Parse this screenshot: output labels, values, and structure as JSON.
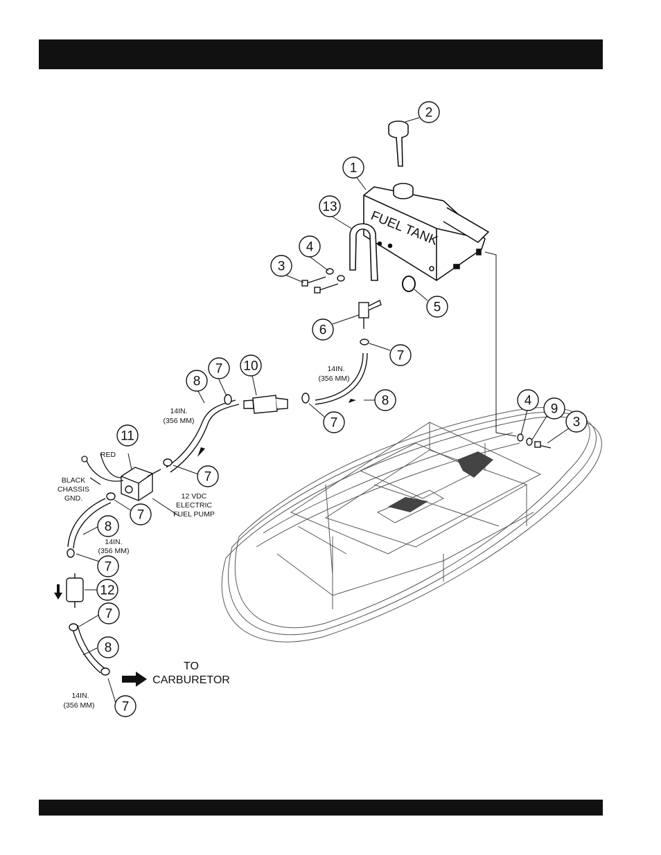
{
  "header_bar": {
    "text": ""
  },
  "footer_bar": {
    "text": ""
  },
  "tank_label": "FUEL TANK",
  "callouts": [
    {
      "id": "c1",
      "num": "1"
    },
    {
      "id": "c2",
      "num": "2"
    },
    {
      "id": "c13",
      "num": "13"
    },
    {
      "id": "c4a",
      "num": "4"
    },
    {
      "id": "c3a",
      "num": "3"
    },
    {
      "id": "c5",
      "num": "5"
    },
    {
      "id": "c6",
      "num": "6"
    },
    {
      "id": "c7a",
      "num": "7"
    },
    {
      "id": "c8a",
      "num": "8"
    },
    {
      "id": "c7b",
      "num": "7"
    },
    {
      "id": "c10",
      "num": "10"
    },
    {
      "id": "c7c",
      "num": "7"
    },
    {
      "id": "c8b",
      "num": "8"
    },
    {
      "id": "c11",
      "num": "11"
    },
    {
      "id": "c7d",
      "num": "7"
    },
    {
      "id": "c7e",
      "num": "7"
    },
    {
      "id": "c8c",
      "num": "8"
    },
    {
      "id": "c7f",
      "num": "7"
    },
    {
      "id": "c12",
      "num": "12"
    },
    {
      "id": "c7g",
      "num": "7"
    },
    {
      "id": "c8d",
      "num": "8"
    },
    {
      "id": "c7h",
      "num": "7"
    },
    {
      "id": "c4b",
      "num": "4"
    },
    {
      "id": "c9",
      "num": "9"
    },
    {
      "id": "c3b",
      "num": "3"
    }
  ],
  "hose_labels": {
    "hose1": {
      "line1": "14IN.",
      "line2": "(356 MM)"
    },
    "hose2": {
      "line1": "14IN.",
      "line2": "(356 MM)"
    },
    "hose3": {
      "line1": "14IN.",
      "line2": "(356 MM)"
    },
    "hose4": {
      "line1": "14IN.",
      "line2": "(356 MM)"
    }
  },
  "wire_labels": {
    "red": "RED",
    "black1": "BLACK",
    "black2": "CHASSIS",
    "black3": "GND."
  },
  "pump_label": {
    "line1": "12 VDC",
    "line2": "ELECTRIC",
    "line3": "FUEL PUMP"
  },
  "carburetor_label": {
    "line1": "TO",
    "line2": "CARBURETOR"
  }
}
